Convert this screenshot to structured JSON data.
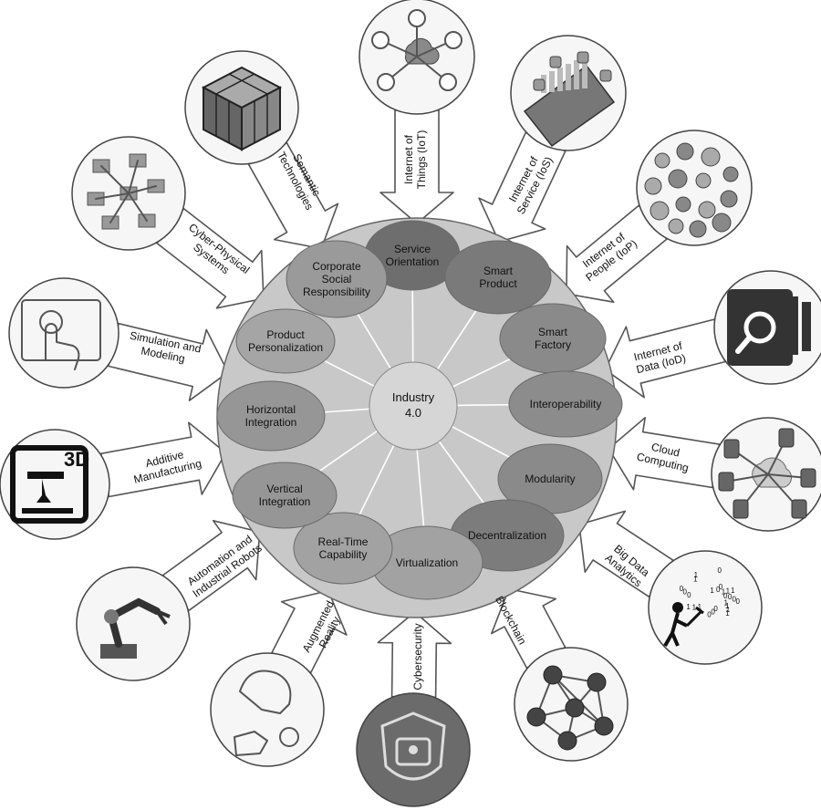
{
  "center": {
    "label_line1": "Industry",
    "label_line2": "4.0"
  },
  "principles": [
    {
      "lines": [
        "Service",
        "Orientation"
      ],
      "shade": "#6e6e6e"
    },
    {
      "lines": [
        "Smart",
        "Product"
      ],
      "shade": "#7a7a7a"
    },
    {
      "lines": [
        "Smart",
        "Factory"
      ],
      "shade": "#8a8a8a"
    },
    {
      "lines": [
        "Interoperability"
      ],
      "shade": "#8c8c8c"
    },
    {
      "lines": [
        "Modularity"
      ],
      "shade": "#8a8a8a"
    },
    {
      "lines": [
        "Decentralization"
      ],
      "shade": "#7c7c7c"
    },
    {
      "lines": [
        "Virtualization"
      ],
      "shade": "#a2a2a2"
    },
    {
      "lines": [
        "Real-Time",
        "Capability"
      ],
      "shade": "#a2a2a2"
    },
    {
      "lines": [
        "Vertical",
        "Integration"
      ],
      "shade": "#969696"
    },
    {
      "lines": [
        "Horizontal",
        "Integration"
      ],
      "shade": "#969696"
    },
    {
      "lines": [
        "Product",
        "Personalization"
      ],
      "shade": "#a5a5a5"
    },
    {
      "lines": [
        "Corporate",
        "Social",
        "Responsibility"
      ],
      "shade": "#9a9a9a"
    }
  ],
  "technologies": [
    {
      "lines": [
        "Internet of",
        "Things (IoT)"
      ],
      "icon": "iot-network-icon"
    },
    {
      "lines": [
        "Internet of",
        "Service (IoS)"
      ],
      "icon": "tablet-apps-icon"
    },
    {
      "lines": [
        "Internet of",
        "People (IoP)"
      ],
      "icon": "social-icons-cluster-icon"
    },
    {
      "lines": [
        "Internet of",
        "Data (IoD)"
      ],
      "icon": "data-search-icon"
    },
    {
      "lines": [
        "Cloud",
        "Computing"
      ],
      "icon": "cloud-devices-icon"
    },
    {
      "lines": [
        "Big Data",
        "Analytics"
      ],
      "icon": "data-miner-icon"
    },
    {
      "lines": [
        "Blockchain"
      ],
      "icon": "blockchain-network-icon"
    },
    {
      "lines": [
        "Cybersecurity"
      ],
      "icon": "security-shield-icon"
    },
    {
      "lines": [
        "Augmented",
        "Reality"
      ],
      "icon": "ar-hand-icon"
    },
    {
      "lines": [
        "Automation and",
        "Industrial Robots"
      ],
      "icon": "industrial-robot-icon"
    },
    {
      "lines": [
        "Additive",
        "Manufacturing"
      ],
      "icon": "3d-printer-icon"
    },
    {
      "lines": [
        "Simulation and",
        "Modeling"
      ],
      "icon": "simulation-touch-icon"
    },
    {
      "lines": [
        "Cyber-Physical",
        "Systems"
      ],
      "icon": "cyber-physical-icon"
    },
    {
      "lines": [
        "Semantic",
        "Technologies"
      ],
      "icon": "rubiks-cube-icon"
    }
  ],
  "printer_text": "3D"
}
